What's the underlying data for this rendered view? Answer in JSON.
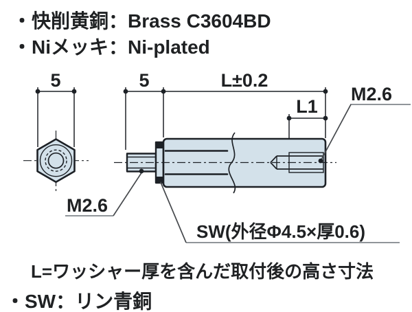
{
  "drawing": {
    "notes_top": [
      "・快削黄銅：Brass C3604BD",
      "・Niメッキ：Ni-plated"
    ],
    "dims": {
      "hex_width": "5",
      "stud_length": "5",
      "overall_length": "L±0.2",
      "thread_depth": "L1"
    },
    "labels": {
      "female_thread": "M2.6",
      "male_thread": "M2.6",
      "washer": "SW(外径Φ4.5×厚0.6)"
    },
    "notes_bottom": [
      "L=ワッシャー厚を含んだ取付後の高さ寸法",
      "・SW：リン青銅"
    ]
  },
  "colors": {
    "part_fill": "#d3e1ea",
    "line": "#1d2126",
    "text": "#1f2123",
    "leader": "#46494d",
    "underline": "#90959a",
    "background": "#ffffff"
  }
}
